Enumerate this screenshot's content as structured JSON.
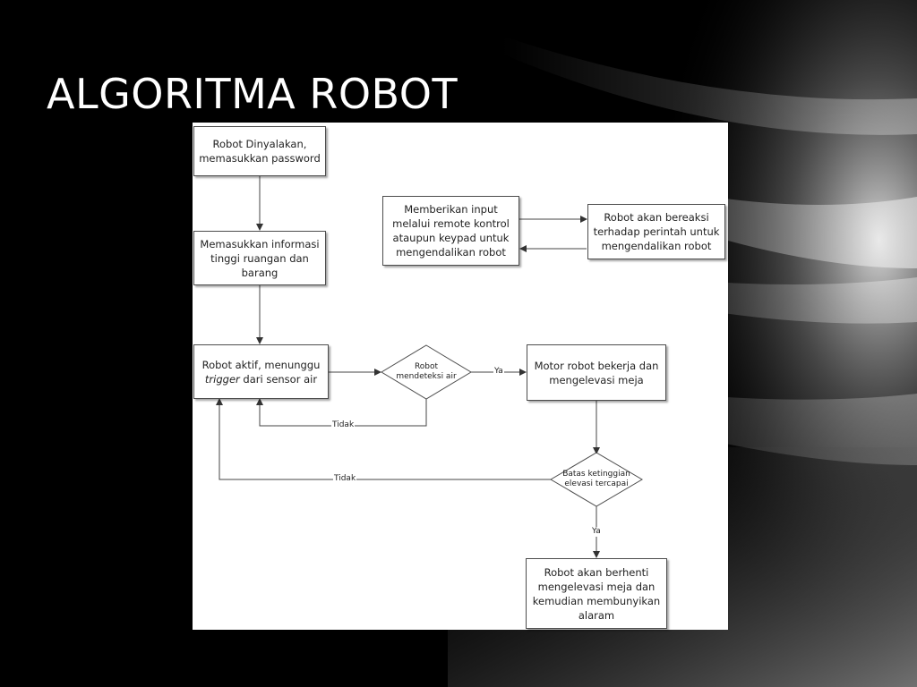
{
  "slide": {
    "title": "ALGORITMA ROBOT"
  },
  "flowchart": {
    "nodes": {
      "start": "Robot Dinyalakan,\nmemasukkan password",
      "input_info": "Memasukkan informasi\ntinggi ruangan dan\nbarang",
      "remote_input": "Memberikan input\nmelalui remote kontrol\nataupun keypad untuk\nmengendalikan robot",
      "robot_react": "Robot akan bereaksi\nterhadap perintah untuk\nmengendalikan robot",
      "wait_prefix": "Robot aktif, menunggu",
      "wait_italic": "trigger",
      "wait_suffix": " dari sensor air",
      "detect_water": "Robot\nmendeteksi air",
      "motor_work": "Motor robot bekerja dan\nmengelevasi meja",
      "height_reached": "Batas ketinggian\nelevasi tercapai",
      "stop_alarm": "Robot akan berhenti\nmengelevasi meja dan\nkemudian membunyikan\nalaram"
    },
    "edge_labels": {
      "detect_yes": "Ya",
      "detect_no": "Tidak",
      "height_no": "Tidak",
      "height_yes": "Ya"
    }
  }
}
